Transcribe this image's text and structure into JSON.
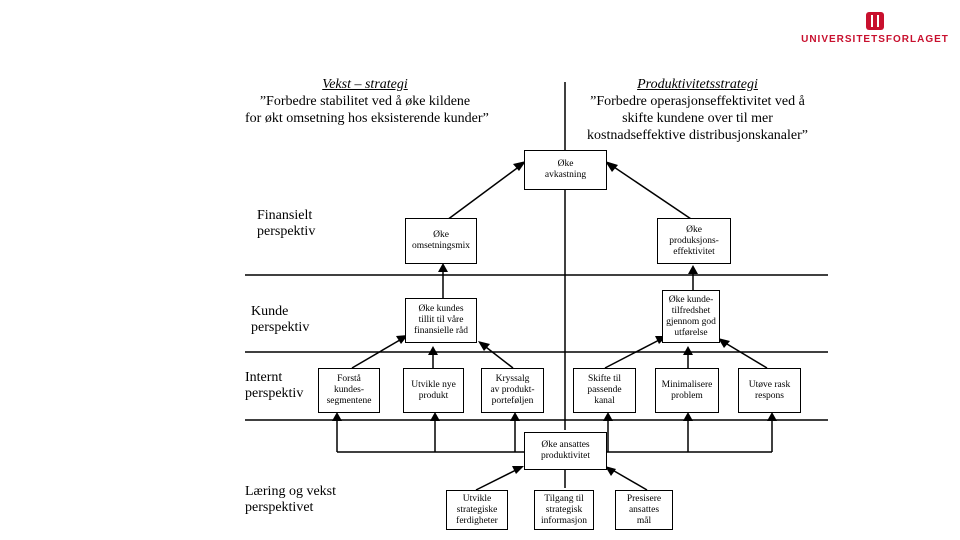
{
  "logo": {
    "brand": "UNIVERSITETSFORLAGET",
    "icon": "universitetsforlaget-logo-icon",
    "color": "#c8102e"
  },
  "strategies": {
    "growth": {
      "title": "Vekst – strategi",
      "line1": "”Forbedre stabilitet ved å øke kildene",
      "line2": "for økt omsetning hos eksisterende kunder”"
    },
    "productivity": {
      "title": "Produktivitetsstrategi",
      "line1": "”Forbedre operasjonseffektivitet ved å",
      "line2": "skifte kundene over til mer",
      "line3": "kostnadseffektive distribusjonskanaler”"
    }
  },
  "perspectives": {
    "financial": {
      "line1": "Finansielt",
      "line2": "perspektiv"
    },
    "customer": {
      "line1": "Kunde",
      "line2": "perspektiv"
    },
    "internal": {
      "line1": "Internt",
      "line2": "perspektiv"
    },
    "learning": {
      "line1": "Læring og vekst",
      "line2": "perspektivet"
    }
  },
  "boxes": {
    "roi": {
      "l1": "Øke",
      "l2": "avkastning"
    },
    "revenue_mix": {
      "l1": "Øke",
      "l2": "omsetningsmix"
    },
    "prod_eff": {
      "l1": "Øke",
      "l2": "produksjons-",
      "l3": "effektivitet"
    },
    "trust": {
      "l1": "Øke kundes",
      "l2": "tillit til våre",
      "l3": "finansielle råd"
    },
    "satisfaction": {
      "l1": "Øke kunde-",
      "l2": "tilfredshet",
      "l3": "gjennom god",
      "l4": "utførelse"
    },
    "segments": {
      "l1": "Forstå",
      "l2": "kundes-",
      "l3": "segmentene"
    },
    "new_product": {
      "l1": "Utvikle nye",
      "l2": "produkt"
    },
    "crosssell": {
      "l1": "Kryssalg",
      "l2": "av produkt-",
      "l3": "porteføljen"
    },
    "channel": {
      "l1": "Skifte til",
      "l2": "passende",
      "l3": "kanal"
    },
    "minimize": {
      "l1": "Minimalisere",
      "l2": "problem"
    },
    "response": {
      "l1": "Utøve rask",
      "l2": "respons"
    },
    "emp_prod": {
      "l1": "Øke ansattes",
      "l2": "produktivitet"
    },
    "skills": {
      "l1": "Utvikle",
      "l2": "strategiske",
      "l3": "ferdigheter"
    },
    "info": {
      "l1": "Tilgang til",
      "l2": "strategisk",
      "l3": "informasjon"
    },
    "goals": {
      "l1": "Presisere",
      "l2": "ansattes",
      "l3": "mål"
    }
  }
}
